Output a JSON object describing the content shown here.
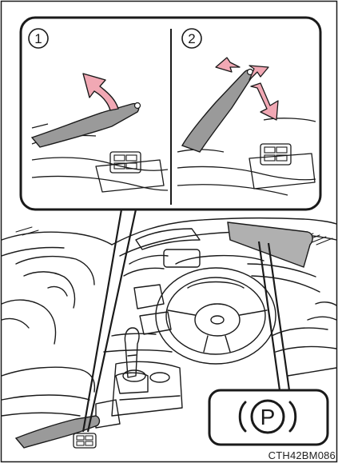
{
  "figure": {
    "step1_number": "1",
    "step2_number": "2",
    "indicator_symbol": "P",
    "image_code": "CTH42BM086"
  },
  "colors": {
    "line": "#1a1a1a",
    "arrow_fill": "#f1a8b4",
    "lever_fill": "#9a9a9a",
    "indicator_fill": "#b0b0b0",
    "background": "#ffffff"
  }
}
